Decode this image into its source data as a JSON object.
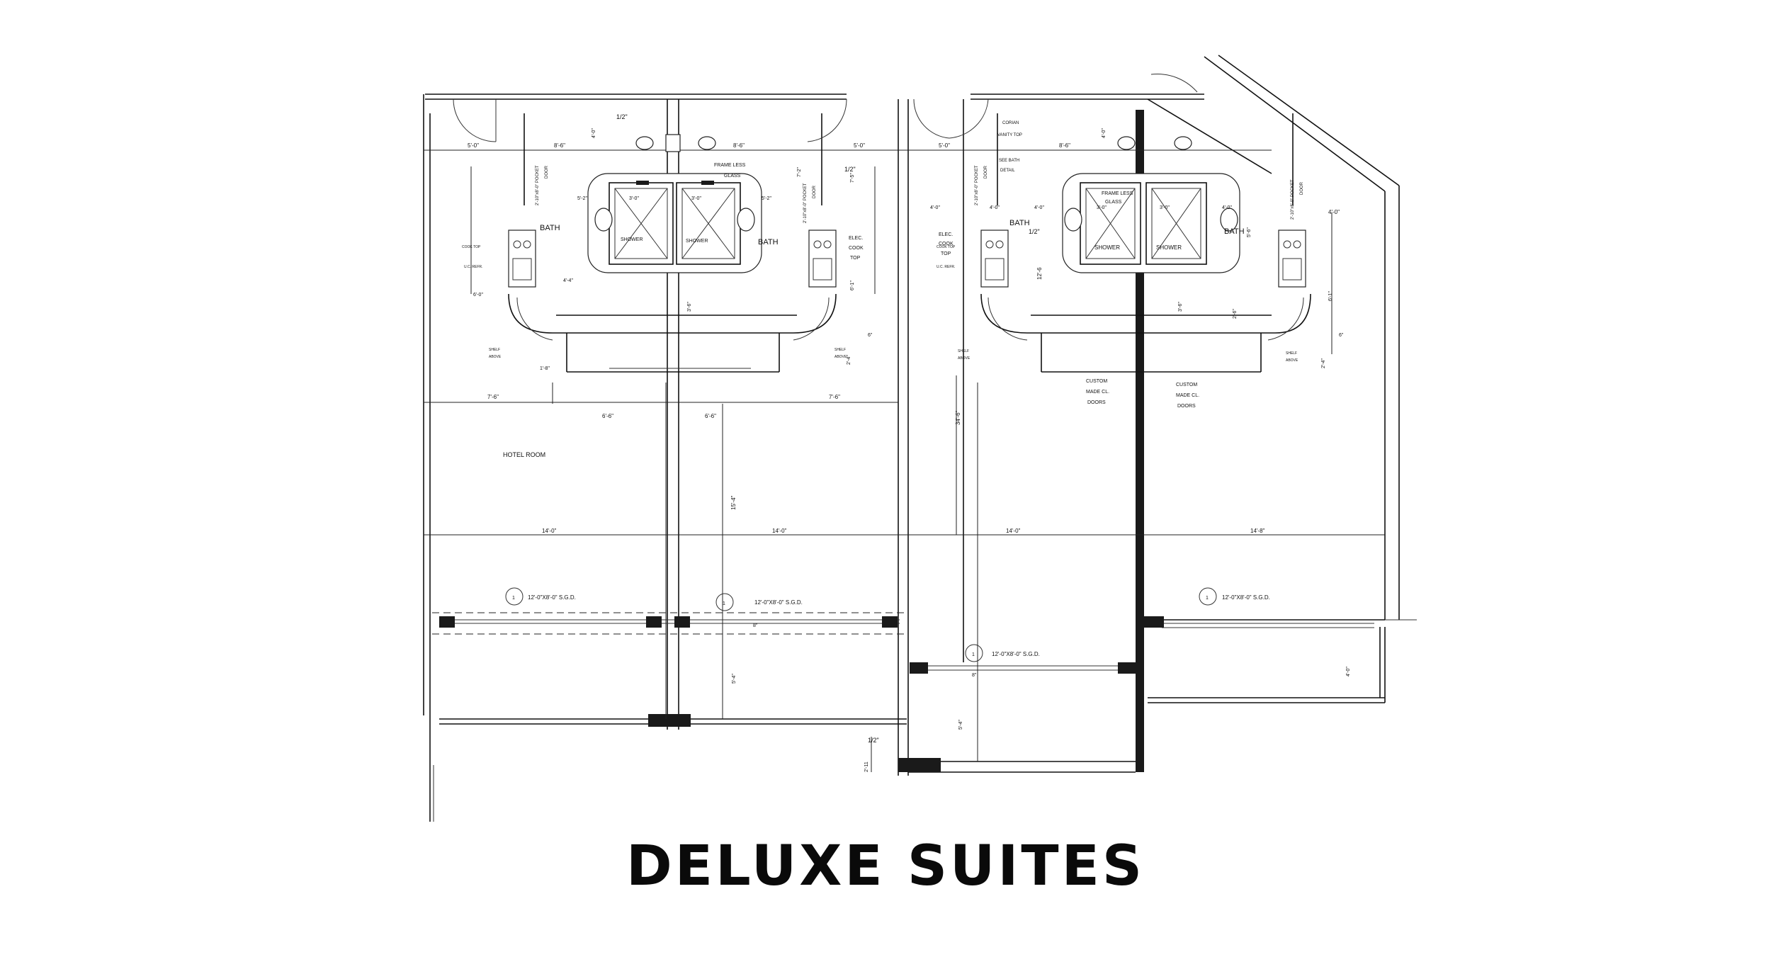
{
  "title": "DELUXE SUITES",
  "labels": {
    "bath": "BATH",
    "shower": "SHOWER",
    "hotel_room": "HOTEL ROOM",
    "frameless_glass_1": "FRAME LESS",
    "frameless_glass_2": "GLASS",
    "elec": "ELEC.",
    "cook": "COOK",
    "top": "TOP",
    "cooktop": "COOK TOP",
    "uc_refr": "U.C. REFR.",
    "shelf": "SHELF",
    "above": "ABOVE",
    "custom": "CUSTOM",
    "made_cl": "MADE CL.",
    "doors": "DOORS",
    "corian_vanity": "CORIAN",
    "vanity_top": "VANITY TOP",
    "see_bath": "SEE BATH",
    "detail": "DETAIL",
    "pocket_door": "2'-10\"x8'-0\" POCKET",
    "door": "DOOR",
    "sgd": "12'-0\"X8'-0\" S.G.D.",
    "tag": "1"
  },
  "dimensions": {
    "d5_0": "5'-0\"",
    "d8_6": "8'-6\"",
    "d4_0": "4'-0\"",
    "d7_2": "7'-2\"",
    "d7_5": "7'-5\"",
    "d5_2": "5'-2\"",
    "d3_0": "3'-0\"",
    "d4_4": "4'-4\"",
    "d6_0": "6'-0\"",
    "d6_1": "6'-1\"",
    "d3_6": "3'-6\"",
    "d6": "6\"",
    "d2_4": "2'-4\"",
    "d1_8": "1'-8\"",
    "d7_6": "7'-6\"",
    "d6_6": "6'-6\"",
    "d15_4": "15'-4\"",
    "d14_0": "14'-0\"",
    "d14_8": "14'-8\"",
    "d5_4": "5'-4\"",
    "d2_11": "2'-11",
    "d34_6": "34'-6\"",
    "d12_6": "12'-6",
    "d5_6": "5'-6\"",
    "d2_6": "2'-6\"",
    "d4_6": "4'-6\"",
    "d8": "8\"",
    "half": "1/2\""
  }
}
